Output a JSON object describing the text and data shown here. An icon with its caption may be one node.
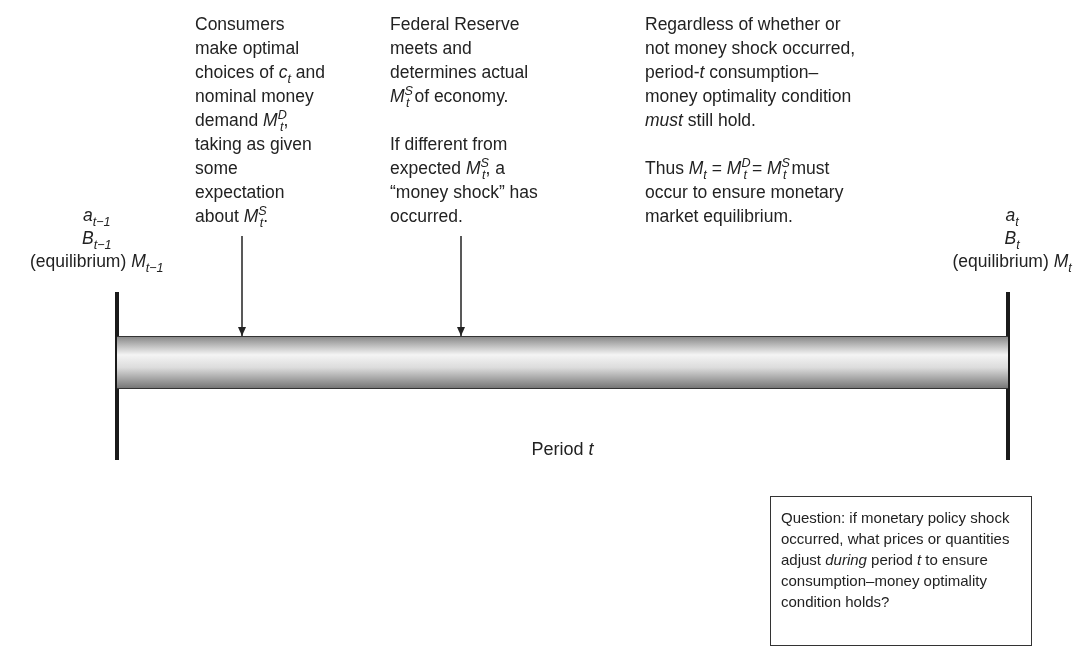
{
  "diagram": {
    "nodes": [
      {
        "text": [
          "Consumers make optimal choices of *c*$_{t}$ and nominal money demand *M*$^{D}$$_{t}$, taking as given some expectation about *M*$^{S}$$_{t}$."
        ]
      },
      {
        "text": [
          "Federal Reserve meets and determines actual *M*$^{S}$$_{t}$ of economy.",
          "If different from expected *M*$^{S}$$_{t}$, a “money shock” has occurred."
        ]
      },
      {
        "text": [
          "Regardless of whether or not money shock occurred, period-*t* consumption–money optimality condition *must* still hold.",
          "Thus *M*$_{t}$ = *M*$^{D}$$_{t}$ = *M*$^{S}$$_{t}$ must occur to ensure monetary market equilibrium."
        ]
      },
      {
        "text": [],
        "shape": "bar",
        "beside": [
          "Period *t*"
        ]
      },
      {
        "text": [
          "Question: if monetary policy shock occurred,  what prices or quantities adjust *during* period *t* to ensure consumption–money optimality condition holds?"
        ]
      }
    ],
    "edges": [
      {
        "from": 0,
        "to": 3,
        "arrow": "to"
      },
      {
        "from": 1,
        "to": 3,
        "arrow": "to"
      }
    ],
    "labels": [
      "*a*$_{t−1}$",
      "*B*$_{t−1}$",
      "(equilibrium) *M*$_{t−1}$",
      "*a*$_{t}$",
      "*B*$_{t}$",
      "(equilibrium) *M*$_{t}$"
    ]
  }
}
